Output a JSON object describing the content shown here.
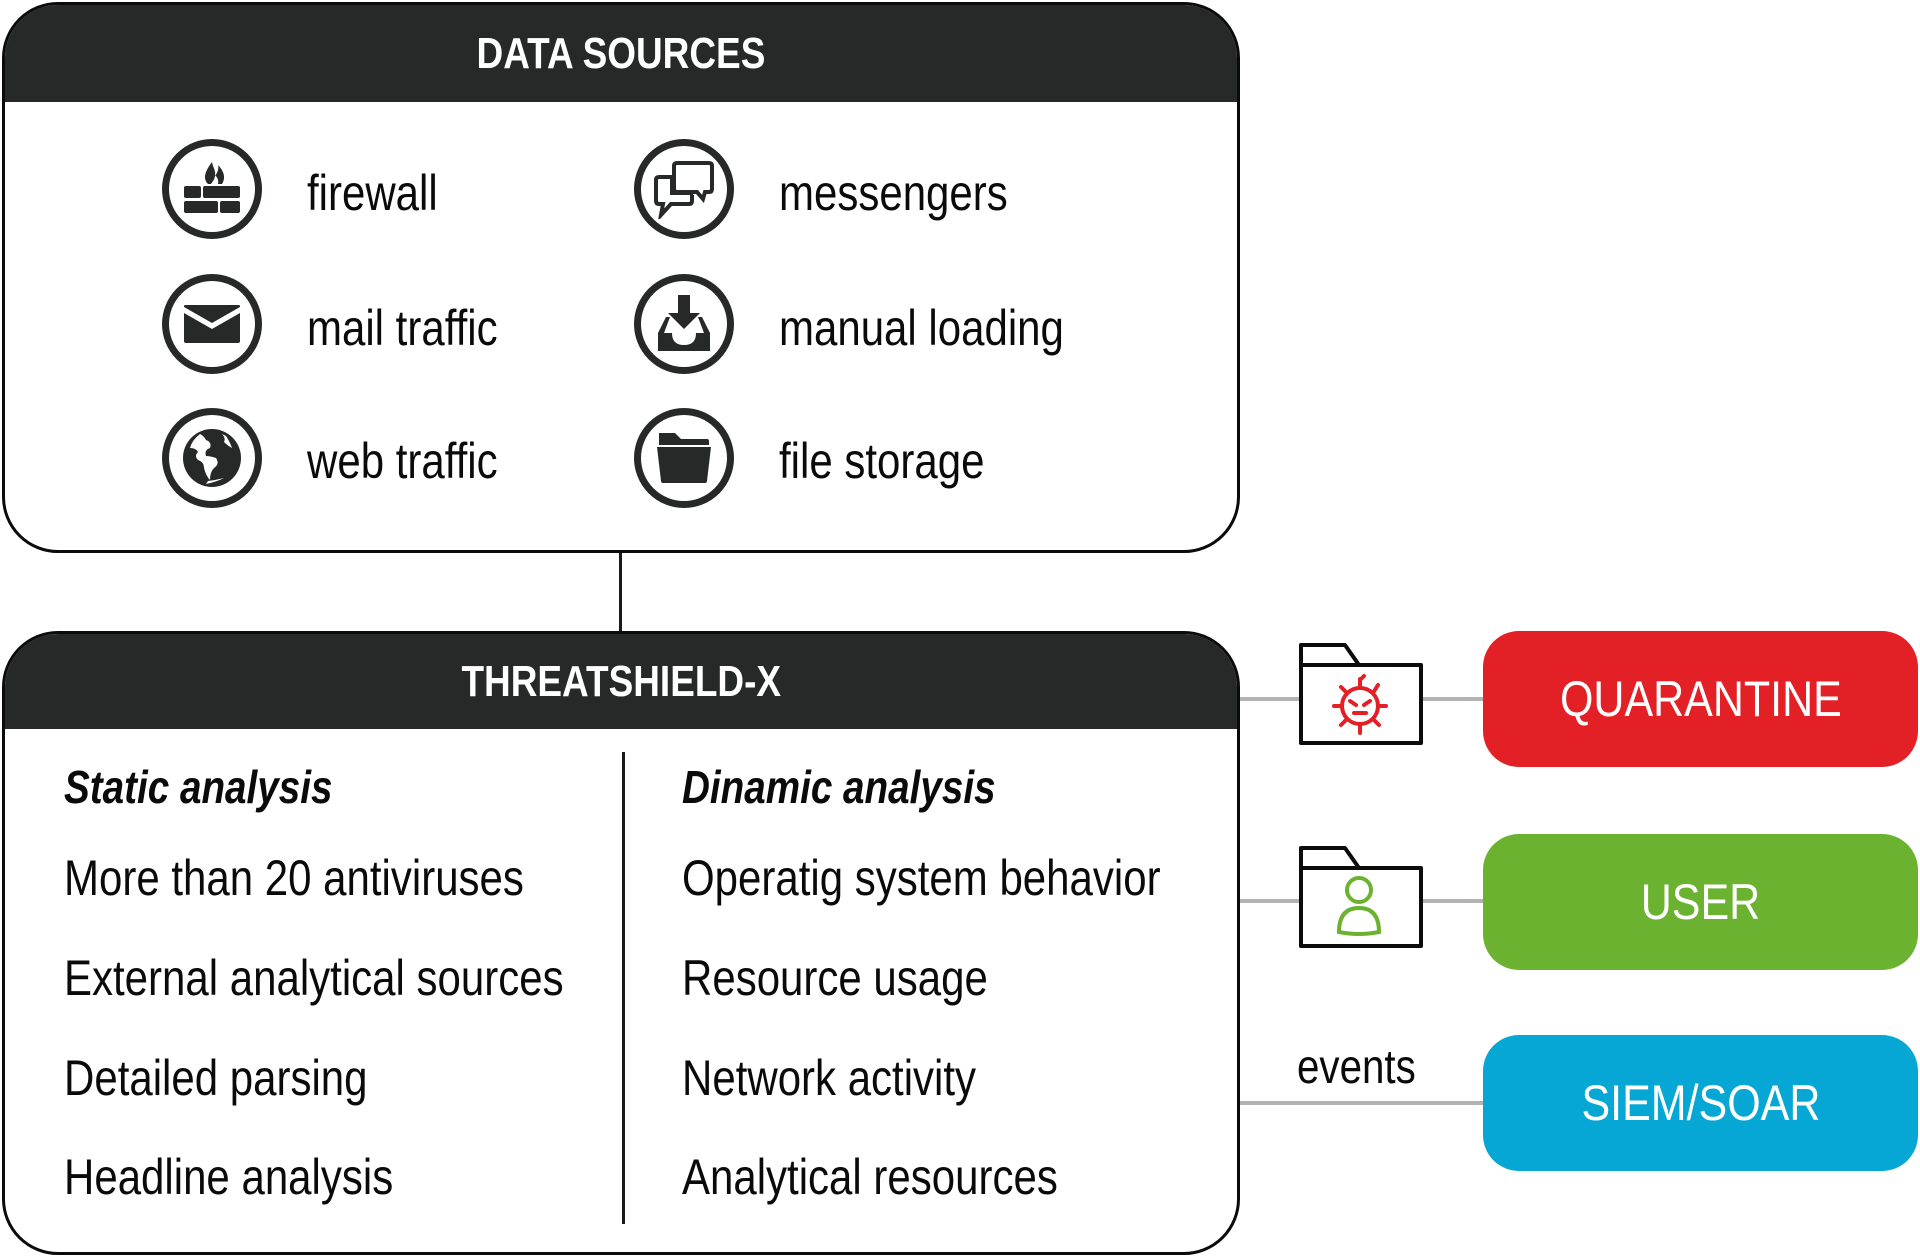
{
  "data_sources": {
    "title": "DATA SOURCES",
    "items": [
      {
        "label": "firewall",
        "icon": "firewall-icon"
      },
      {
        "label": "messengers",
        "icon": "messengers-icon"
      },
      {
        "label": "mail traffic",
        "icon": "mail-icon"
      },
      {
        "label": "manual loading",
        "icon": "manual-upload-icon"
      },
      {
        "label": "web traffic",
        "icon": "globe-icon"
      },
      {
        "label": "file storage",
        "icon": "folder-icon"
      }
    ]
  },
  "engine": {
    "title": "THREATSHIELD-X",
    "static": {
      "heading": "Static analysis",
      "items": [
        "More than 20 antiviruses",
        "External analytical sources",
        "Detailed parsing",
        "Headline analysis"
      ]
    },
    "dynamic": {
      "heading": "Dinamic analysis",
      "items": [
        "Operatig system behavior",
        "Resource usage",
        "Network activity",
        "Analytical resources"
      ]
    }
  },
  "outputs": [
    {
      "label": "QUARANTINE",
      "color": "#E22025",
      "via": "malware-folder-icon"
    },
    {
      "label": "USER",
      "color": "#6AB22F",
      "via": "user-folder-icon"
    },
    {
      "label": "SIEM/SOAR",
      "color": "#06A7D4",
      "via_label": "events"
    }
  ],
  "colors": {
    "header_bg": "#272828",
    "connector_gray": "#B3B3B3",
    "threat_red": "#E22025",
    "user_green": "#6AB22F",
    "siem_blue": "#06A7D4"
  }
}
